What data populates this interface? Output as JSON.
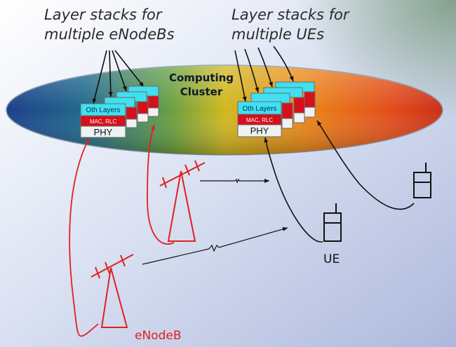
{
  "captions": {
    "enodeb_line1": "Layer stacks for",
    "enodeb_line2": "multiple eNodeBs",
    "ue_line1": "Layer stacks for",
    "ue_line2": "multiple UEs"
  },
  "cluster": {
    "line1": "Computing",
    "line2": "Cluster"
  },
  "enodeb_stack": {
    "upper_label": "Oth Layers",
    "mid_label": "MAC, RLC",
    "phy_label": "PHY"
  },
  "ue_stack": {
    "upper_label": "Oth Layers",
    "mid_label": "MAC, RLC",
    "phy_label": "PHY"
  },
  "labels": {
    "enodeb": "eNodeB",
    "ue": "UE"
  },
  "colors": {
    "enodeb_link": "#e02020",
    "ue_link": "#111111",
    "layer_upper": "#40e0f0",
    "layer_mac": "#d4101c",
    "layer_phy": "#eef2f2"
  }
}
